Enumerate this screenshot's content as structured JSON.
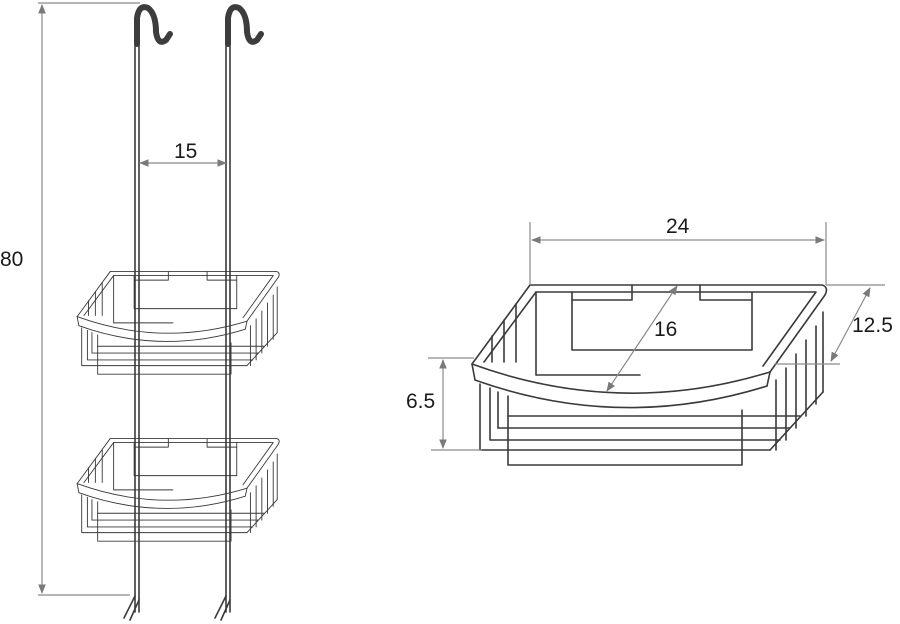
{
  "diagram": {
    "title": "Hanging corner shower caddy dimensions",
    "dimensions": {
      "total_height": "80",
      "hook_spacing": "15",
      "basket_width": "24",
      "basket_diagonal": "16",
      "basket_depth": "12.5",
      "basket_height": "6.5"
    },
    "colors": {
      "wire": "#3a3a3a",
      "dimension_line": "#8a8a8a",
      "hook_grip": "#3d3d3d"
    }
  }
}
